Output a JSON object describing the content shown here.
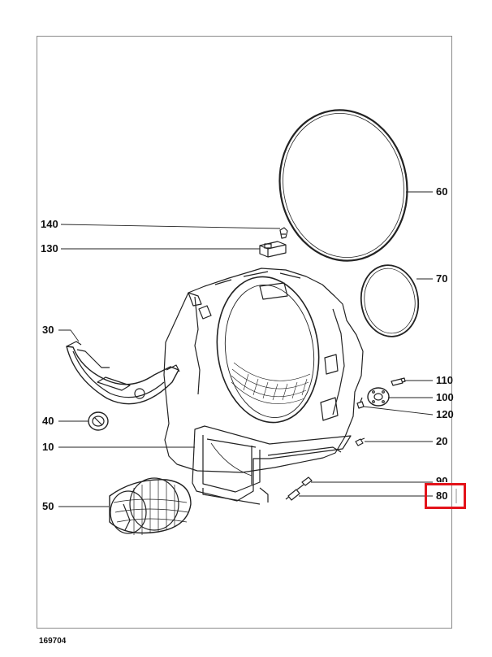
{
  "diagram": {
    "document_number": "169704",
    "parts": {
      "p60": "60",
      "p70": "70",
      "p110": "110",
      "p100": "100",
      "p120": "120",
      "p20": "20",
      "p90": "90",
      "p80": "80",
      "p140": "140",
      "p130": "130",
      "p30": "30",
      "p40": "40",
      "p10": "10",
      "p50": "50"
    },
    "highlighted_part": "80",
    "colors": {
      "highlight": "#e3131a",
      "line": "#222222"
    }
  }
}
